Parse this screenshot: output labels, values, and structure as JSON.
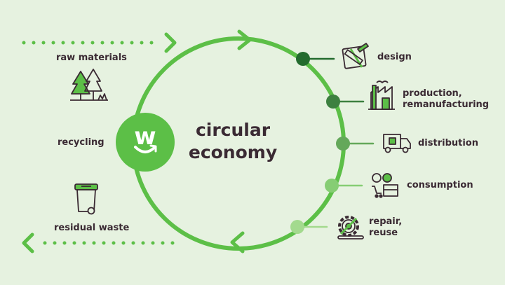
{
  "colors": {
    "background": "#e6f2e0",
    "ring": "#5cbf47",
    "text": "#3a2a33",
    "icon": "#3a2a33",
    "dots": [
      "#236b2e",
      "#3d8040",
      "#64a85a",
      "#86cd74",
      "#a3da8e"
    ]
  },
  "center": {
    "line1": "circular",
    "line2": "economy",
    "logo_letter": "w"
  },
  "left": {
    "raw_materials": "raw materials",
    "recycling": "recycling",
    "residual_waste": "residual waste"
  },
  "stages": [
    {
      "label": "design",
      "icon": "design-tools-icon"
    },
    {
      "label": "production,",
      "label2": "remanufacturing",
      "icon": "factory-icon"
    },
    {
      "label": "distribution",
      "icon": "delivery-truck-icon"
    },
    {
      "label": "consumption",
      "icon": "shopping-cart-icon"
    },
    {
      "label": "repair,",
      "label2": "reuse",
      "icon": "gear-wrench-icon"
    }
  ]
}
